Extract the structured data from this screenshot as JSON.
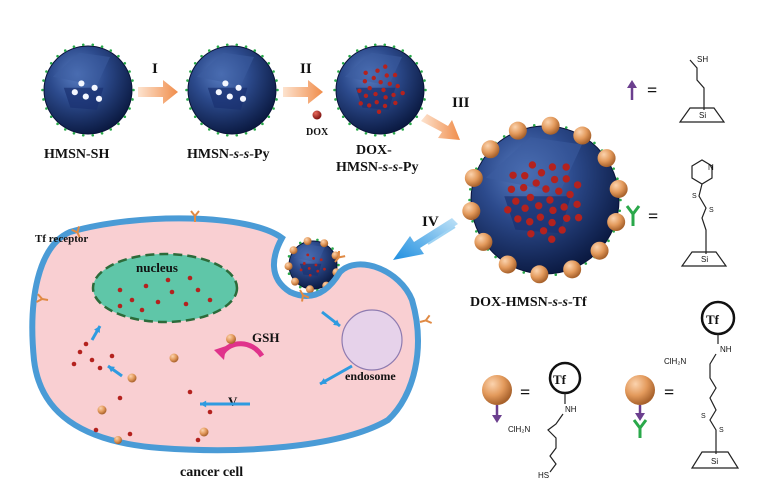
{
  "labels": {
    "hmsn_sh": "HMSN-SH",
    "hmsn_ssp_a": "HMSN-",
    "hmsn_ssp_b": "s-s",
    "hmsn_ssp_c": "-Py",
    "dox_hmsn_1": "DOX-",
    "dox_hmsn_2a": "HMSN-",
    "dox_hmsn_2b": "s-s",
    "dox_hmsn_2c": "-Py",
    "dox_hmsn_tf_a": "DOX-HMSN-",
    "dox_hmsn_tf_b": "s-s",
    "dox_hmsn_tf_c": "-Tf",
    "dox": "DOX",
    "tf_receptor": "Tf receptor",
    "nucleus": "nucleus",
    "endosome": "endosome",
    "gsh": "GSH",
    "cancer_cell": "cancer cell"
  },
  "steps": {
    "s1": "I",
    "s2": "II",
    "s3": "III",
    "s4": "IV",
    "s5": "V"
  },
  "legend": {
    "eq": "=",
    "sh": "SH",
    "si": "Si",
    "tf": "Tf",
    "nh": "NH",
    "clh2n": "ClH₂N",
    "hs": "HS",
    "n": "N",
    "s": "S"
  },
  "colors": {
    "sphere_dark": "#0e1f4c",
    "sphere_mid": "#2c4a8c",
    "cell_fill": "#f9cfd2",
    "cell_border": "#4a9bd6",
    "nucleus_fill": "#5fc6a8",
    "arrow_orange": "#f2a46a",
    "arrow_blue": "#2f9be0",
    "gsh_arrow": "#e0338b",
    "tf_ball": "#e39a5c",
    "dox_red": "#b4221e",
    "linker_green": "#2aa84a",
    "linker_purple": "#6b3f8e"
  }
}
